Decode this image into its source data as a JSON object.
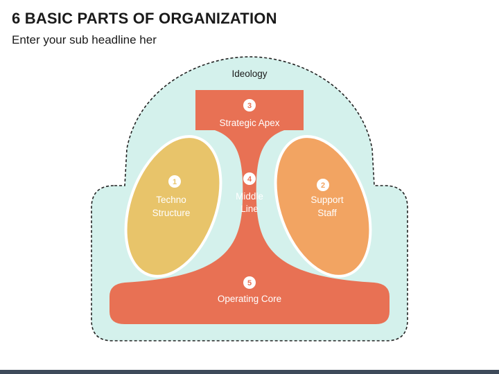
{
  "slide": {
    "title": "6 BASIC PARTS OF ORGANIZATION",
    "subtitle": "Enter your sub headline her"
  },
  "diagram": {
    "ideology": "Ideology",
    "parts": [
      {
        "number": "1",
        "line1": "Techno",
        "line2": "Structure",
        "color": "#e8c46a"
      },
      {
        "number": "2",
        "line1": "Support",
        "line2": "Staff",
        "color": "#f2a462"
      },
      {
        "number": "3",
        "line1": "Strategic Apex",
        "line2": "",
        "color": "#e87154"
      },
      {
        "number": "4",
        "line1": "Middle",
        "line2": "Line",
        "color": "#e87154"
      },
      {
        "number": "5",
        "line1": "Operating Core",
        "line2": "",
        "color": "#e87154"
      }
    ],
    "colors": {
      "background": "#d4f1ec",
      "outline": "#222222",
      "main": "#e87154"
    }
  }
}
